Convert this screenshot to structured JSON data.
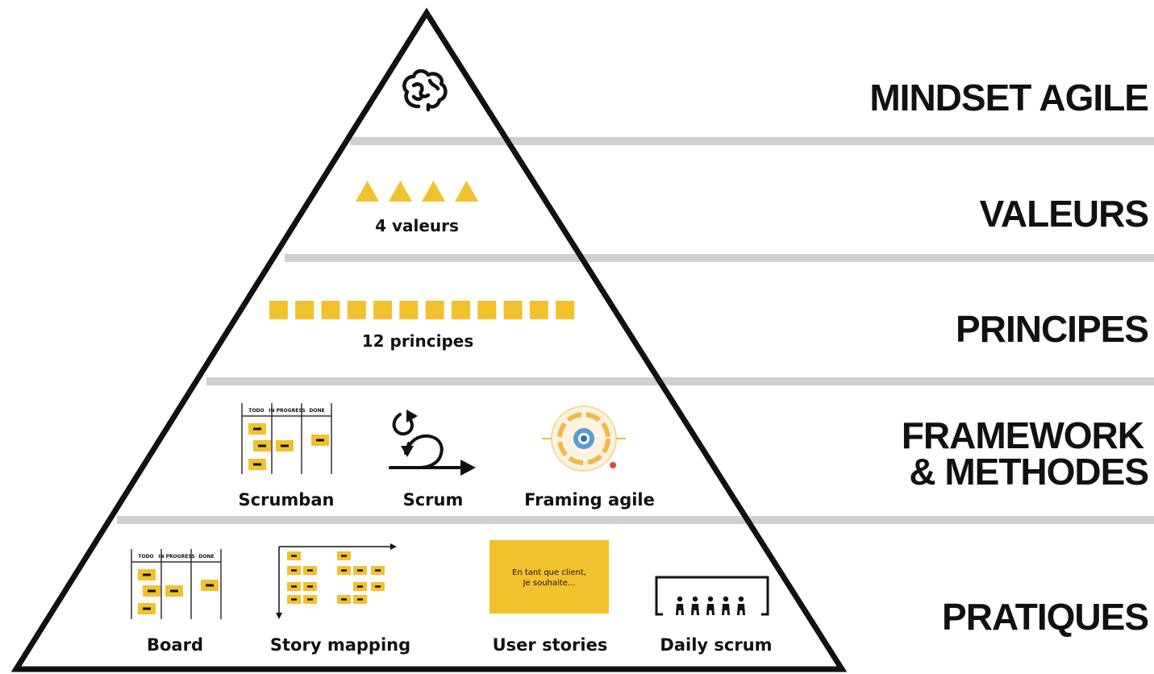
{
  "colors": {
    "accent": "#f2c12e",
    "band": "#cfcfcf",
    "ink": "#111111"
  },
  "layers": {
    "mindset": {
      "title": "MINDSET AGILE",
      "icon": "brain-icon"
    },
    "valeurs": {
      "title": "VALEURS",
      "caption": "4 valeurs",
      "count": 4
    },
    "principes": {
      "title": "PRINCIPES",
      "caption": "12 principes",
      "count": 12
    },
    "framework": {
      "title_line1": "FRAMEWORK",
      "title_line2": "& METHODES",
      "items": [
        "Scrumban",
        "Scrum",
        "Framing agile"
      ]
    },
    "pratiques": {
      "title": "PRATIQUES",
      "items": [
        "Board",
        "Story mapping",
        "User stories",
        "Daily scrum"
      ]
    }
  },
  "board_columns": [
    "TODO",
    "IN PROGRESS",
    "DONE"
  ],
  "user_story_note": {
    "line1": "En tant que client,",
    "line2": "Je souhaite..."
  }
}
